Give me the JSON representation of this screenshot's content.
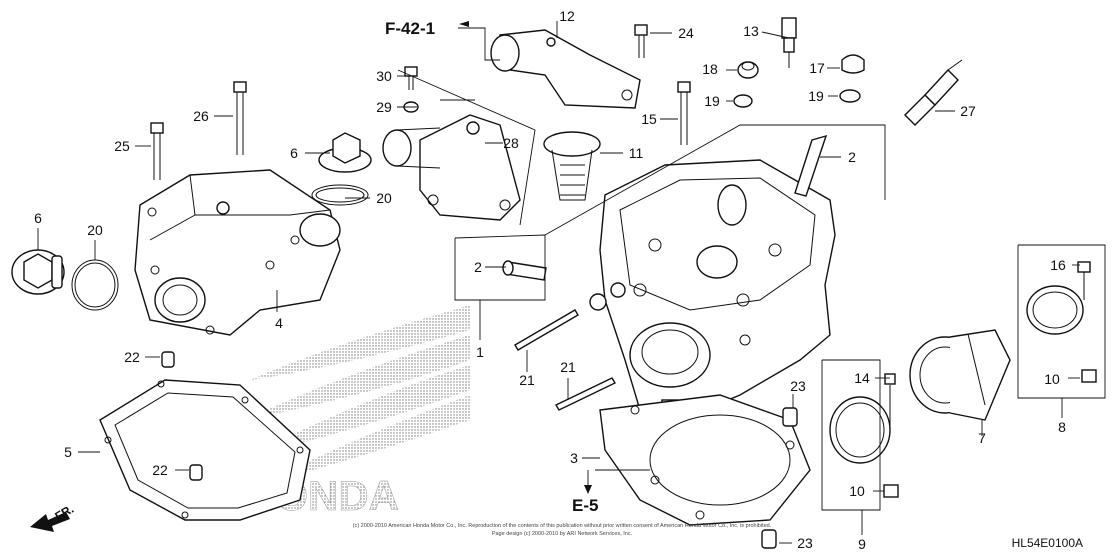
{
  "diagram": {
    "callouts": [
      "1",
      "2",
      "2",
      "3",
      "4",
      "5",
      "6",
      "6",
      "7",
      "8",
      "9",
      "10",
      "10",
      "11",
      "12",
      "13",
      "14",
      "15",
      "16",
      "17",
      "18",
      "19",
      "19",
      "20",
      "20",
      "21",
      "21",
      "22",
      "22",
      "23",
      "23",
      "24",
      "25",
      "26",
      "27",
      "28",
      "29",
      "30"
    ],
    "refs": {
      "f421": "F-42-1",
      "e5": "E-5",
      "fr": "FR."
    },
    "drawing_code": "HL54E0100A",
    "brand_watermark": "HONDA",
    "copyright_line1": "(c) 2000-2010 American Honda Motor Co., Inc. Reproduction of the contents of this publication without prior written consent of American Honda Motor Co., Inc. is prohibited.",
    "copyright_line2": "Page design (c) 2000-2010 by ARI Network Services, Inc."
  }
}
